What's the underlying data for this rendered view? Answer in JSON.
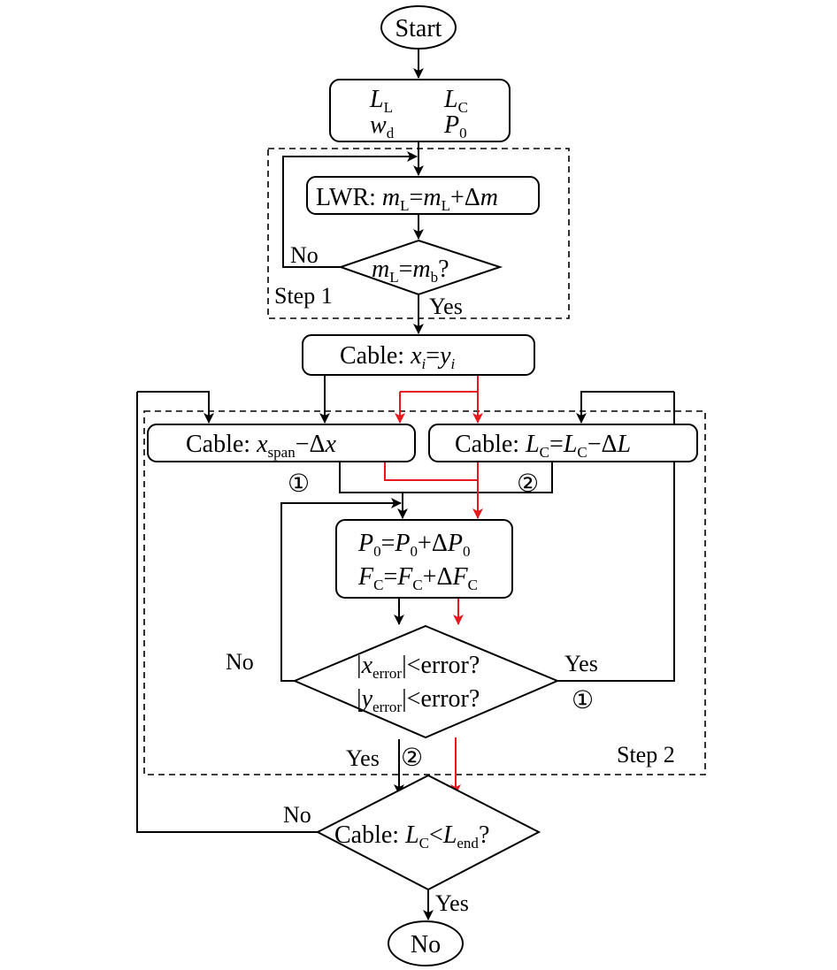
{
  "nodes": {
    "start": "Start",
    "params": {
      "l": "L",
      "l_sub": "L",
      "lc": "L",
      "lc_sub": "C",
      "w": "w",
      "w_sub": "d",
      "p": "P",
      "p_sub": "0"
    },
    "lwr": {
      "prefix": "LWR: ",
      "m": "m",
      "sub_l": "L",
      "eq": "=",
      "plus": "+",
      "delta": "Δ"
    },
    "decision1": {
      "m": "m",
      "sub_l": "L",
      "eq": "=",
      "sub_b": "b",
      "q": "?"
    },
    "cable_xy": {
      "prefix": "Cable: ",
      "x": "x",
      "i": "i",
      "eq": "=",
      "y": "y"
    },
    "cable_span": {
      "prefix": "Cable: ",
      "x": "x",
      "sub": "span",
      "minus": "−",
      "delta": "Δ"
    },
    "cable_lc": {
      "prefix": "Cable: ",
      "l": "L",
      "sub": "C",
      "eq": "=",
      "minus": "−",
      "delta": "Δ"
    },
    "update": {
      "p": "P",
      "p_sub": "0",
      "f": "F",
      "f_sub": "C",
      "eq": "=",
      "plus": "+",
      "delta": "Δ"
    },
    "decision2": {
      "bar": "|",
      "x": "x",
      "y": "y",
      "sub": "error",
      "lt": "<",
      "word": "error?"
    },
    "decision3": {
      "prefix": "Cable: ",
      "l": "L",
      "l_sub": "C",
      "lt": "<",
      "end_sub": "end",
      "q": "?"
    },
    "end": "No"
  },
  "labels": {
    "no1": "No",
    "step1": "Step 1",
    "yes1": "Yes",
    "circle1_left": "①",
    "circle2_right": "②",
    "no2": "No",
    "yes2": "Yes",
    "circle1_yes": "①",
    "yes3": "Yes",
    "circle2_bottom": "②",
    "step2": "Step 2",
    "no3": "No",
    "yes4": "Yes"
  },
  "colors": {
    "line": "#000000",
    "highlight": "#e8191c"
  }
}
